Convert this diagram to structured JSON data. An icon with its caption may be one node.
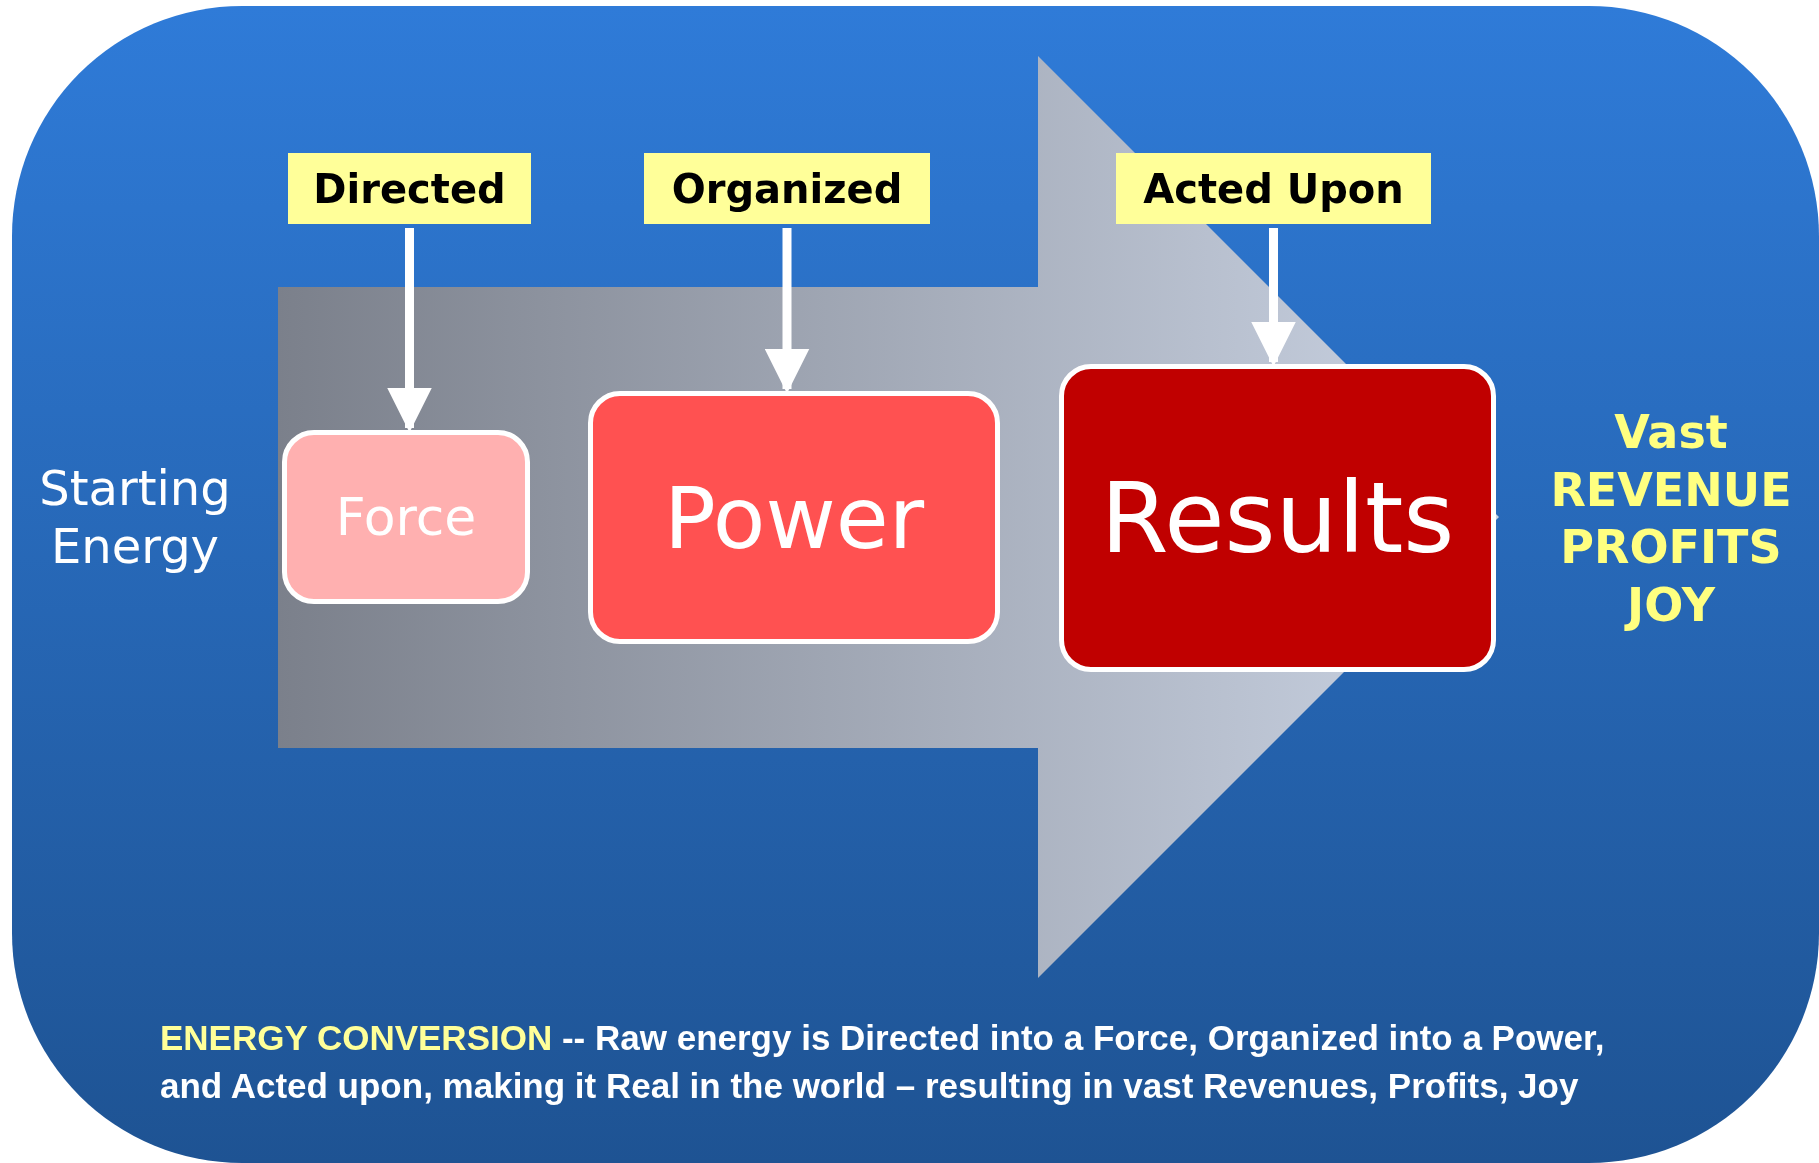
{
  "diagram": {
    "title": "ENERGY CONVERSION",
    "caption": "-- Raw energy is Directed into a Force, Organized into a Power, and Acted upon, making it Real in the world – resulting in vast Revenues, Profits, Joy",
    "nodes": [
      {
        "text": [
          "Directed"
        ]
      },
      {
        "text": [
          "Organized"
        ]
      },
      {
        "text": [
          "Acted Upon"
        ]
      },
      {
        "text": [
          "Force"
        ]
      },
      {
        "text": [
          "Power"
        ]
      },
      {
        "text": [
          "Results"
        ]
      }
    ],
    "edges": [
      {
        "from": 0,
        "to": 3,
        "arrow": "to"
      },
      {
        "from": 1,
        "to": 4,
        "arrow": "to"
      },
      {
        "from": 2,
        "to": 5,
        "arrow": "to"
      },
      {
        "from": 3,
        "to": 5,
        "arrow": "to",
        "style": "thick"
      }
    ],
    "labels": [
      "Starting Energy",
      "Vast REVENUE PROFITS JOY"
    ]
  }
}
